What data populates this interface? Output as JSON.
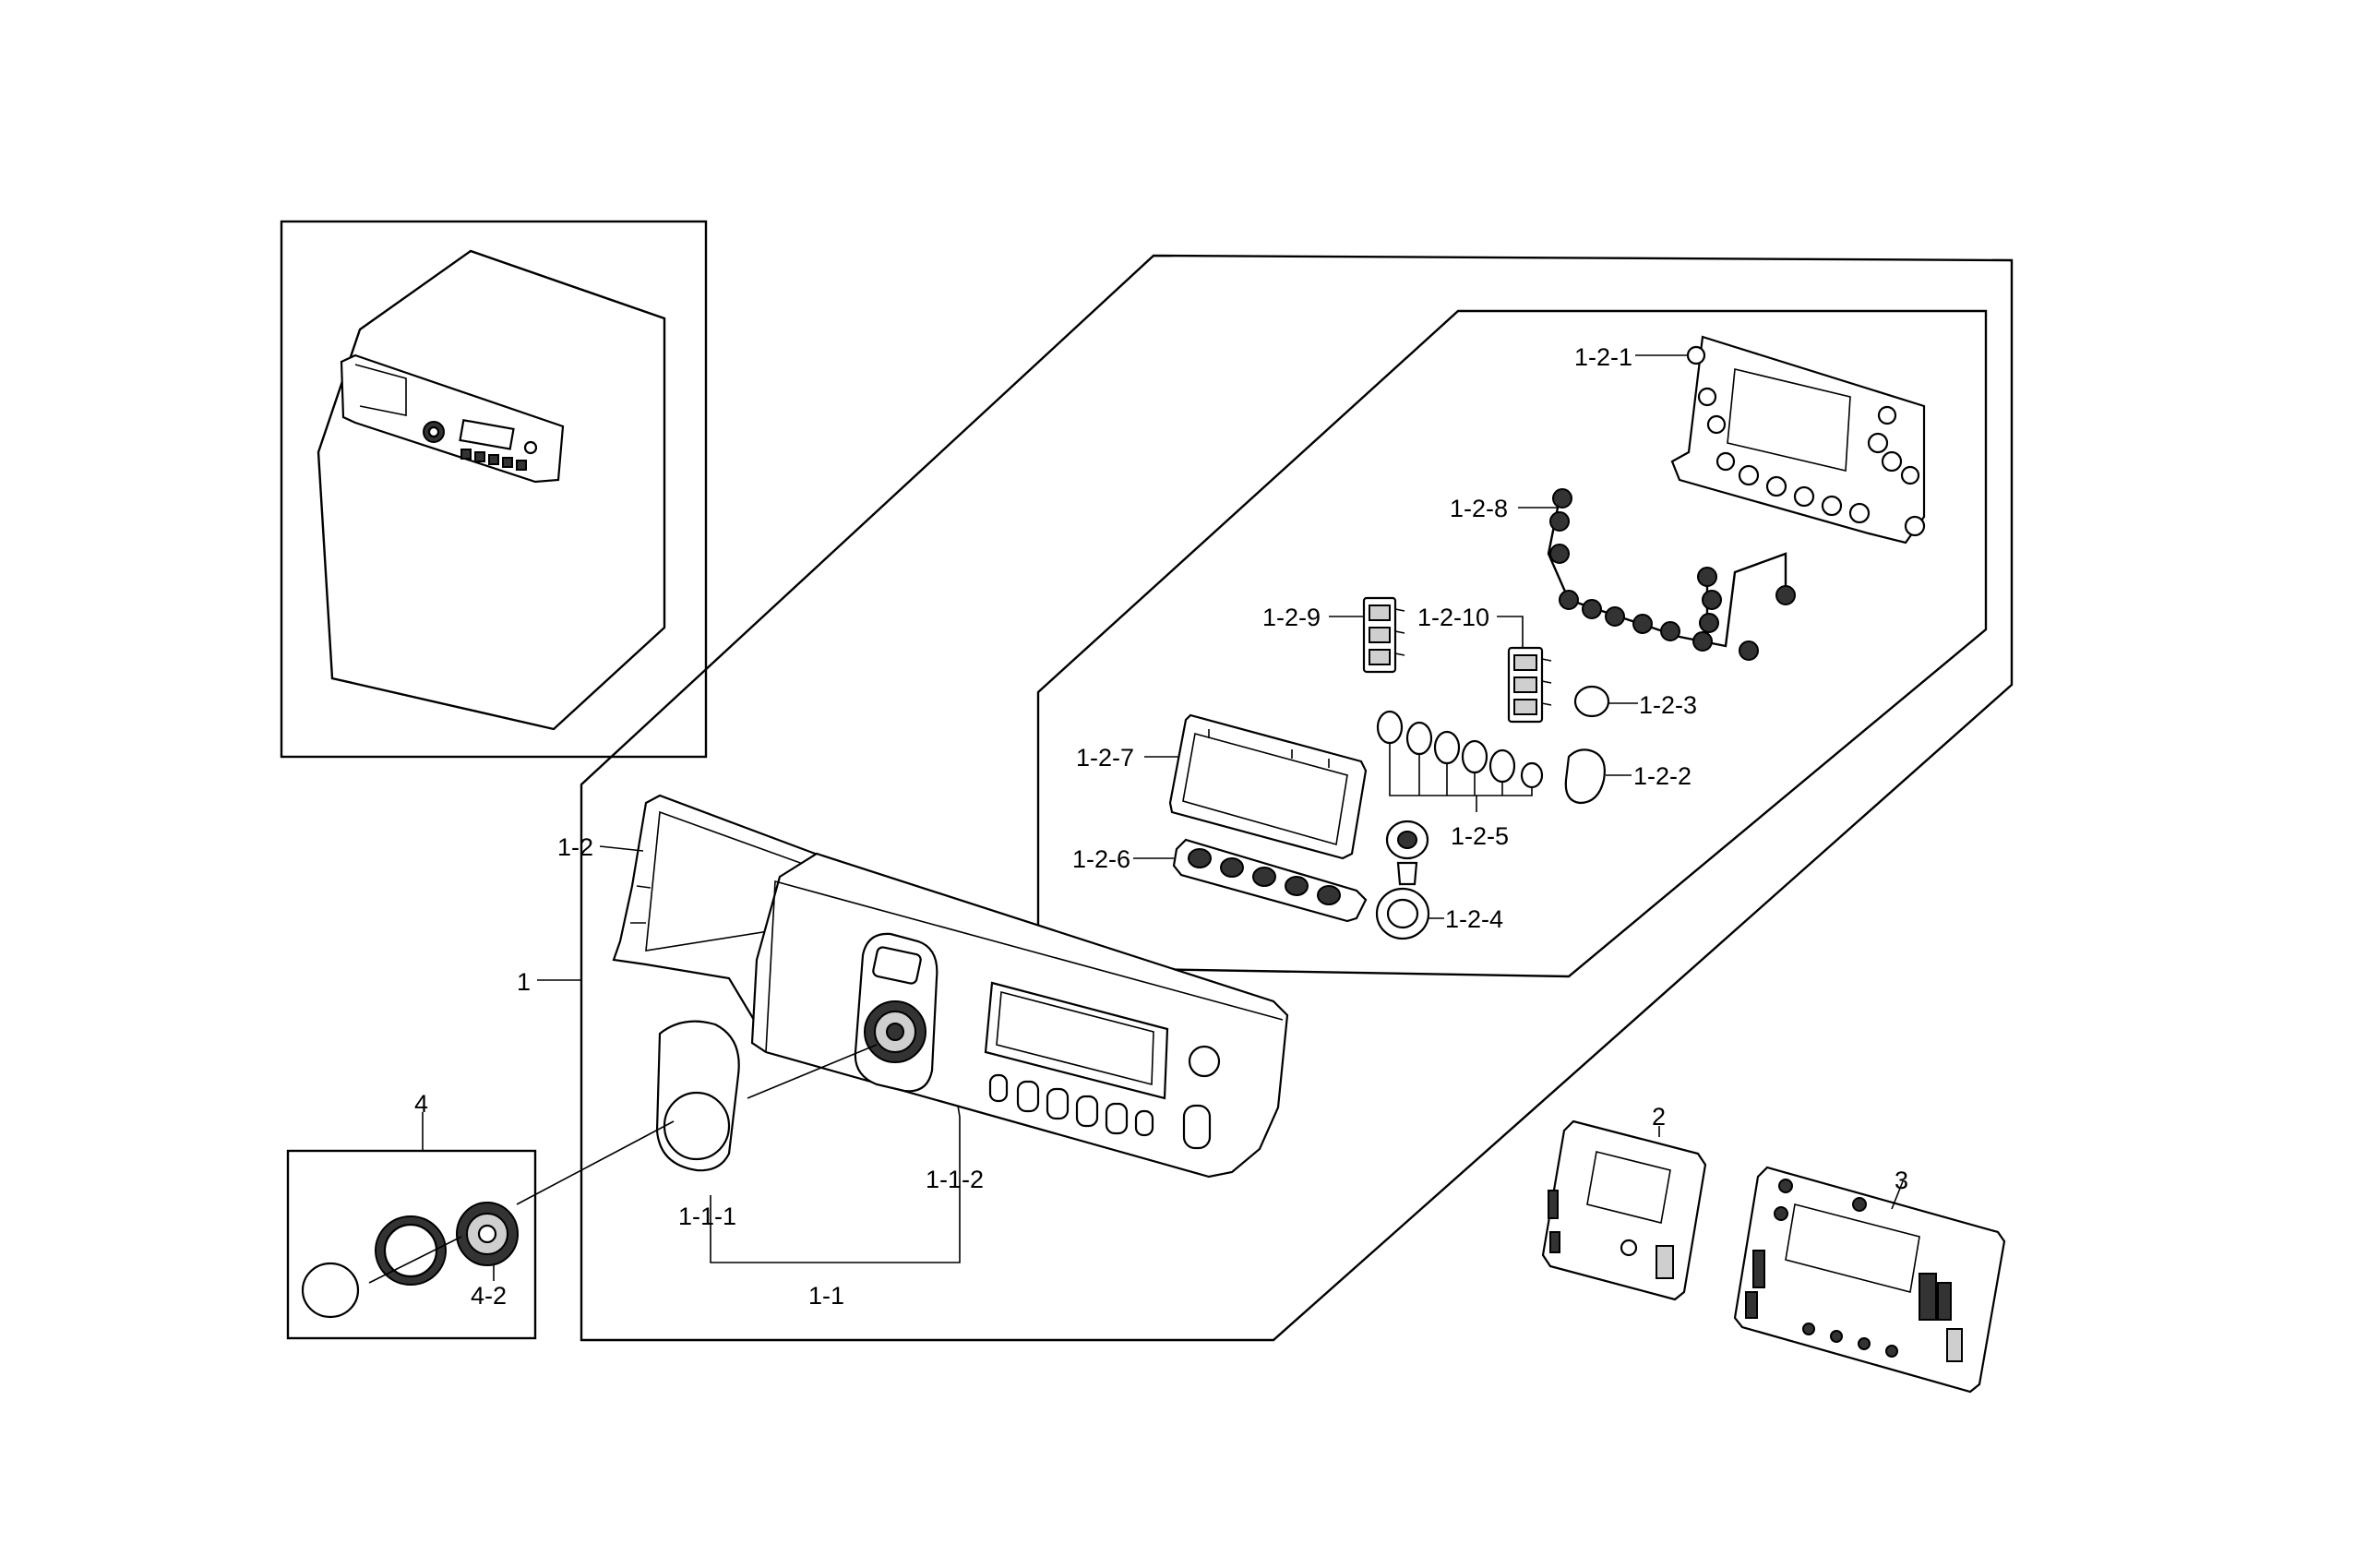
{
  "labels": {
    "l1": "1",
    "l1_1": "1-1",
    "l1_1_1": "1-1-1",
    "l1_1_2": "1-1-2",
    "l1_2": "1-2",
    "l1_2_1": "1-2-1",
    "l1_2_2": "1-2-2",
    "l1_2_3": "1-2-3",
    "l1_2_4": "1-2-4",
    "l1_2_5": "1-2-5",
    "l1_2_6": "1-2-6",
    "l1_2_7": "1-2-7",
    "l1_2_8": "1-2-8",
    "l1_2_9": "1-2-9",
    "l1_2_10": "1-2-10",
    "l2": "2",
    "l3": "3",
    "l4": "4",
    "l4_2": "4-2"
  },
  "colors": {
    "line": "#000000",
    "background": "#ffffff"
  }
}
